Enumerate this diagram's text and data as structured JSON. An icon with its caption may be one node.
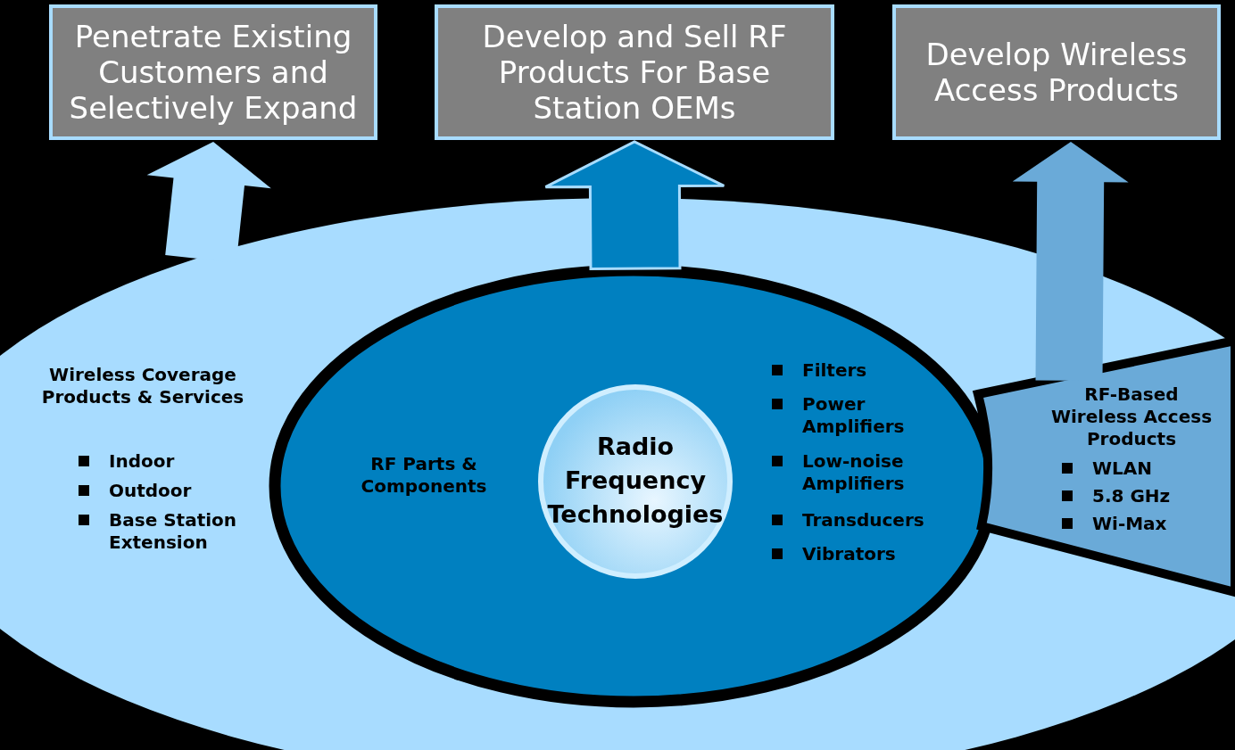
{
  "diagram": {
    "nodes": [
      {
        "text": [
          "Wireless Coverage Products & Services",
          "Indoor",
          "Outdoor",
          "Base Station Extension"
        ]
      },
      {
        "text": [
          "RF Parts & Components",
          "Filters",
          "Power Amplifiers",
          "Low-noise Amplifiers",
          "Transducers",
          "Vibrators"
        ],
        "in": 0
      },
      {
        "text": [
          "Radio Frequency Technologies"
        ],
        "in": 1
      },
      {
        "text": [
          "RF-Based Wireless Access Products",
          "WLAN",
          "5.8 GHz",
          "Wi-Max"
        ],
        "in": 0
      },
      {
        "text": [
          "Penetrate Existing Customers and Selectively Expand"
        ]
      },
      {
        "text": [
          "Develop and Sell RF Products For Base Station OEMs"
        ]
      },
      {
        "text": [
          "Develop Wireless Access Products"
        ]
      }
    ],
    "edges": [
      {
        "from": 0,
        "to": 4,
        "arrow": "to",
        "style": "thick",
        "color": "#a8dcff"
      },
      {
        "from": 1,
        "to": 5,
        "arrow": "to",
        "style": "thick",
        "color": "#0080c0"
      },
      {
        "from": 3,
        "to": 6,
        "arrow": "to",
        "style": "thick",
        "color": "#6aaad8"
      }
    ]
  }
}
